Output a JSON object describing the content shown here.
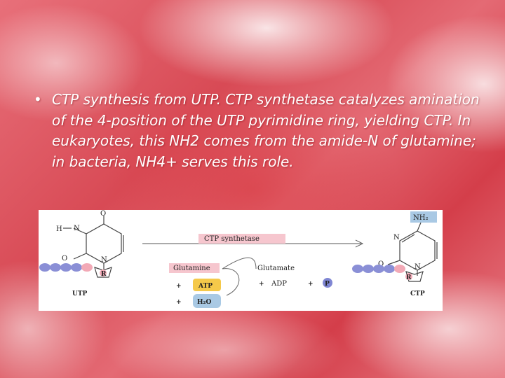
{
  "slide": {
    "bullet_symbol": "•",
    "text": "CTP synthesis from UTP. CTP synthetase catalyzes amination of the 4-position of the UTP pyrimidine ring, yielding CTP. In eukaryotes, this NH2 comes from the amide-N of glutamine; in bacteria, NH4+ serves this role."
  },
  "diagram": {
    "enzyme": "CTP synthetase",
    "substrate": "UTP",
    "product": "CTP",
    "reactants": [
      "Glutamine",
      "ATP",
      "H₂O"
    ],
    "products_side": [
      "Glutamate",
      "ADP",
      "P"
    ],
    "plus": "+",
    "ring_atoms": {
      "O": "O",
      "N": "N",
      "H": "H",
      "R": "R",
      "NH2": "NH₂"
    },
    "colors": {
      "enzyme_label_bg": "#f6c6ce",
      "glutamine_bg": "#f6c6ce",
      "atp_bg": "#f5c94a",
      "water_bg": "#a9c9e4",
      "nh2_bg": "#a9c9e4",
      "phosphate_ball": "#8a8fd6",
      "ribose_ball": "#f2a9b6",
      "p_circle": "#7f86d3"
    }
  }
}
